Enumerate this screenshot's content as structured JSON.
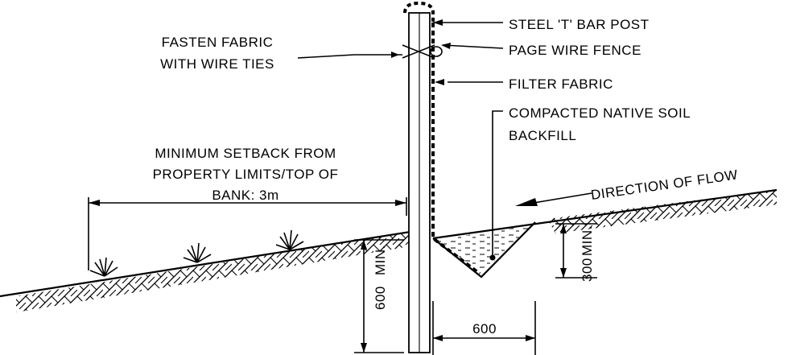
{
  "labels": {
    "post": "STEEL 'T' BAR POST",
    "wire_fence": "PAGE WIRE FENCE",
    "filter_fabric": "FILTER FABRIC",
    "backfill_line1": "COMPACTED NATIVE SOIL",
    "backfill_line2": "BACKFILL",
    "fasten_line1": "FASTEN FABRIC",
    "fasten_line2": "WITH WIRE TIES",
    "setback_line1": "MINIMUM SETBACK FROM",
    "setback_line2": "PROPERTY LIMITS/TOP OF",
    "setback_line3": "BANK: 3m",
    "flow": "DIRECTION OF FLOW"
  },
  "dimensions": {
    "trench_depth": "300",
    "trench_depth_note": "MIN.",
    "post_depth": "600",
    "post_depth_note": "MIN.",
    "trench_width": "600"
  }
}
